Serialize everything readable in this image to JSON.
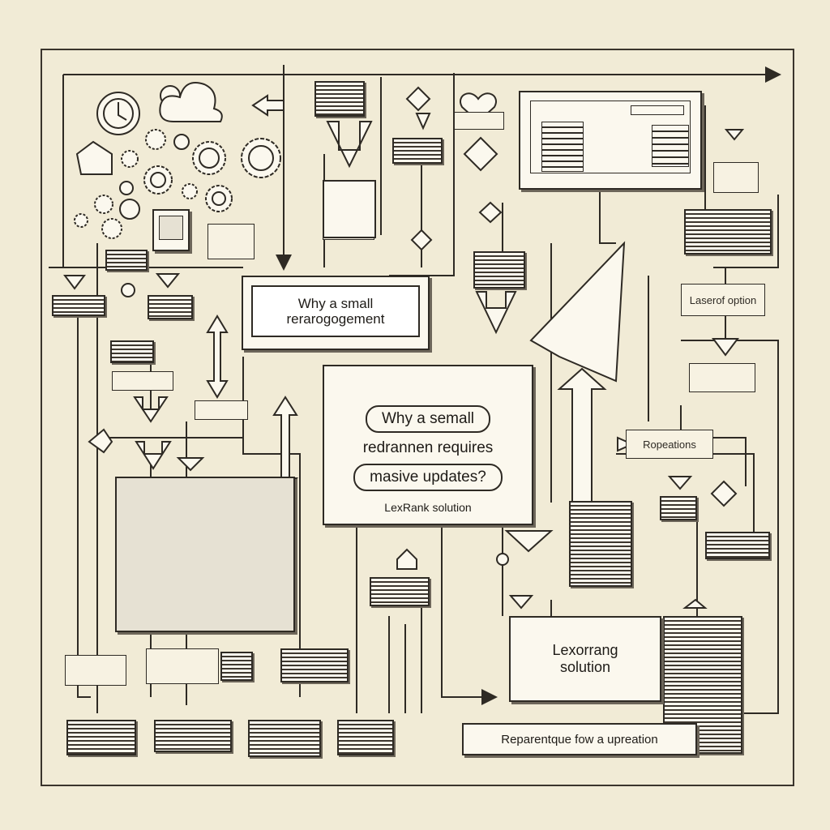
{
  "title_box": {
    "line1": "Why a small",
    "line2": "rerarogogement"
  },
  "main_box": {
    "pill1": "Why a semall",
    "line2": "redrannen requires",
    "pill3": "masive updates?",
    "caption": "LexRank solution"
  },
  "lex_box": {
    "line1": "Lexorrang",
    "line2": "solution"
  },
  "bottom_bar": "Reparentque fow a upreation",
  "side_labels": {
    "ropeations": "Ropeations",
    "layout_option": "Laserof option"
  },
  "colors": {
    "paper": "#f1ebd6",
    "ink": "#2e2a24",
    "shadow": "#6d665a"
  }
}
